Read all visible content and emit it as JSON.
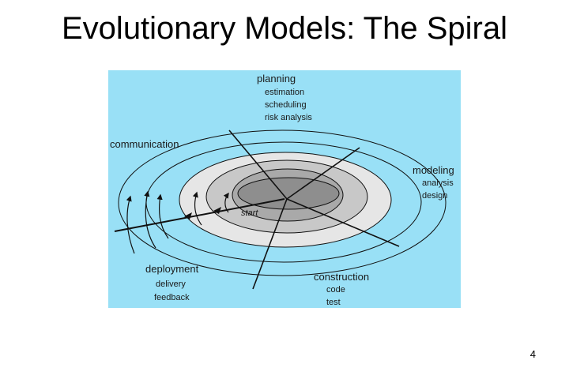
{
  "slide": {
    "title": "Evolutionary Models: The Spiral",
    "page_number": "4"
  },
  "diagram": {
    "colors": {
      "background": "#99e0f6",
      "ring_outer": "#e6e6e6",
      "ring_middle": "#c8c8c8",
      "ring_inner": "#a9a9a9",
      "core": "#8e8e8e",
      "line": "#111111"
    },
    "activities": [
      {
        "name": "planning",
        "tasks": [
          "estimation",
          "scheduling",
          "risk analysis"
        ]
      },
      {
        "name": "communication",
        "tasks": []
      },
      {
        "name": "modeling",
        "tasks": [
          "analysis",
          "design"
        ]
      },
      {
        "name": "construction",
        "tasks": [
          "code",
          "test"
        ]
      },
      {
        "name": "deployment",
        "tasks": [
          "delivery",
          "feedback"
        ]
      }
    ],
    "start_label": "start"
  }
}
